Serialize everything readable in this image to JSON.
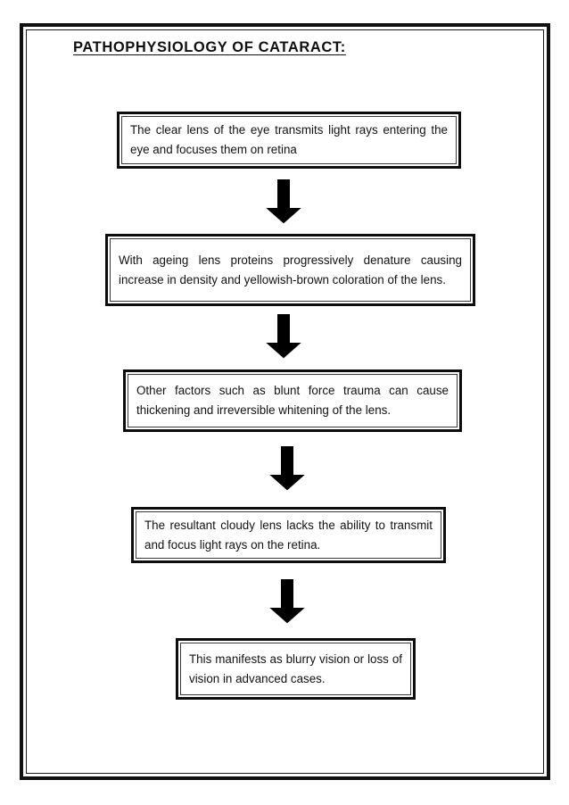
{
  "document": {
    "title": "PATHOPHYSIOLOGY OF CATARACT:",
    "page_border_color": "#111111",
    "text_color": "#121212",
    "background_color": "#ffffff"
  },
  "chart_data": {
    "type": "diagram",
    "diagram_kind": "vertical-flowchart",
    "title": "PATHOPHYSIOLOGY OF CATARACT:",
    "node_count": 5,
    "connector_count": 4,
    "connector_style": "down-arrow-black-filled",
    "nodes": [
      {
        "id": "step-1",
        "order": 1,
        "text": "The clear lens of the eye transmits light rays entering the eye and focuses them on retina"
      },
      {
        "id": "step-2",
        "order": 2,
        "text": "With ageing lens proteins progressively denature causing increase in density and yellowish-brown coloration of the lens."
      },
      {
        "id": "step-3",
        "order": 3,
        "text": "Other factors such as blunt force trauma can cause thickening and irreversible whitening of the lens."
      },
      {
        "id": "step-4",
        "order": 4,
        "text": "The resultant cloudy lens lacks the ability to transmit and focus light rays on the retina."
      },
      {
        "id": "step-5",
        "order": 5,
        "text": "This manifests as blurry vision or loss of vision in advanced cases."
      }
    ],
    "edges": [
      {
        "id": "edge-1",
        "from": "step-1",
        "to": "step-2",
        "label": ""
      },
      {
        "id": "edge-2",
        "from": "step-2",
        "to": "step-3",
        "label": ""
      },
      {
        "id": "edge-3",
        "from": "step-3",
        "to": "step-4",
        "label": ""
      },
      {
        "id": "edge-4",
        "from": "step-4",
        "to": "step-5",
        "label": ""
      }
    ],
    "arrow_fill_color": "#000000",
    "arrow_outline_color": "#ffffff",
    "node_border_color": "#0d0d0d",
    "node_fill_color": "#ffffff"
  }
}
